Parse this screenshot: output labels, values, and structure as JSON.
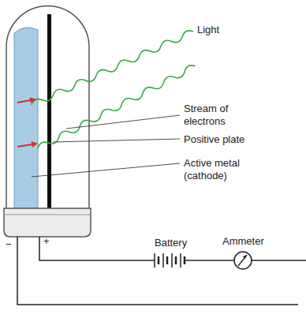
{
  "diagram": {
    "labels": [
      "Light",
      "Stream of electrons",
      "Positive plate",
      "Active metal (cathode)",
      "Battery",
      "Ammeter",
      "−",
      "+"
    ]
  }
}
